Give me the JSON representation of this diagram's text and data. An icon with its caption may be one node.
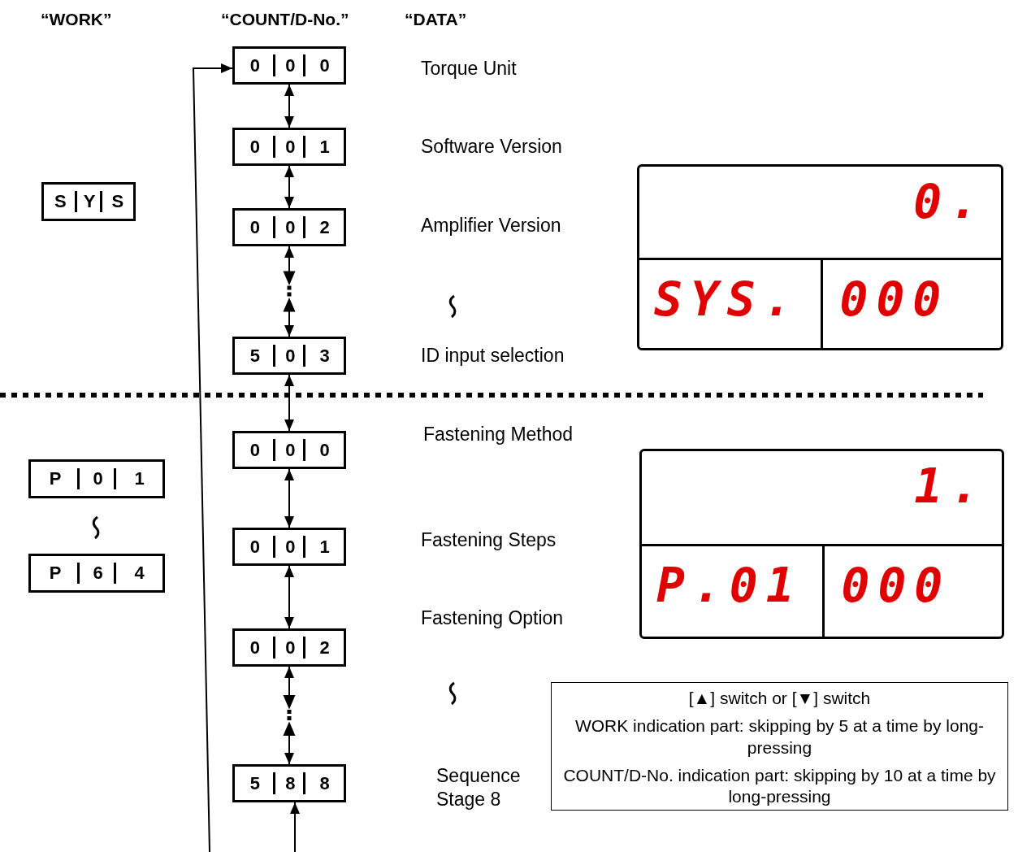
{
  "diagram": {
    "nodes": [
      {
        "text": [
          "S",
          "Y",
          "S"
        ]
      },
      {
        "text": [
          "0",
          "0",
          "0"
        ]
      },
      {
        "text": [
          "0",
          "0",
          "1"
        ]
      },
      {
        "text": [
          "0",
          "0",
          "2"
        ]
      },
      {
        "text": [
          "5",
          "0",
          "3"
        ]
      },
      {
        "text": [
          "0.",
          "SYS.",
          "000"
        ]
      },
      {
        "text": [
          "P",
          "0",
          "1"
        ]
      },
      {
        "text": [
          "P",
          "6",
          "4"
        ]
      },
      {
        "text": [
          "0",
          "0",
          "0"
        ]
      },
      {
        "text": [
          "0",
          "0",
          "1"
        ]
      },
      {
        "text": [
          "1.",
          "P.01",
          "000"
        ]
      },
      {
        "text": [
          "0",
          "0",
          "2"
        ]
      },
      {
        "text": [
          "5",
          "8",
          "8"
        ]
      },
      {
        "text": [
          "[▲] switch or [▼] switch",
          "WORK indication part: skipping by 5 at a time by long-pressing",
          "COUNT/D-No. indication part: skipping by 10 at a time by long-pressing"
        ]
      }
    ],
    "edges": [
      {
        "from": 1,
        "to": 2,
        "arrow": "both"
      },
      {
        "from": 2,
        "to": 3,
        "arrow": "both"
      },
      {
        "from": 3,
        "to": 4,
        "arrow": "both"
      },
      {
        "from": 4,
        "to": 8,
        "arrow": "both"
      },
      {
        "from": 8,
        "to": 9,
        "arrow": "both"
      },
      {
        "from": 9,
        "to": 11,
        "arrow": "both"
      },
      {
        "from": 11,
        "to": 12,
        "arrow": "both"
      },
      {
        "from": null,
        "to": 12,
        "arrow": "to"
      },
      {
        "from": null,
        "to": 1,
        "arrow": "to"
      }
    ],
    "labels": [
      "“WORK”",
      "“COUNT/D-No.”",
      "“DATA”",
      "Torque Unit",
      "Software Version",
      "Amplifier Version",
      "ID input selection",
      "Fastening Method",
      "Fastening Steps",
      "Fastening Option",
      "Sequence Stage 8"
    ]
  }
}
